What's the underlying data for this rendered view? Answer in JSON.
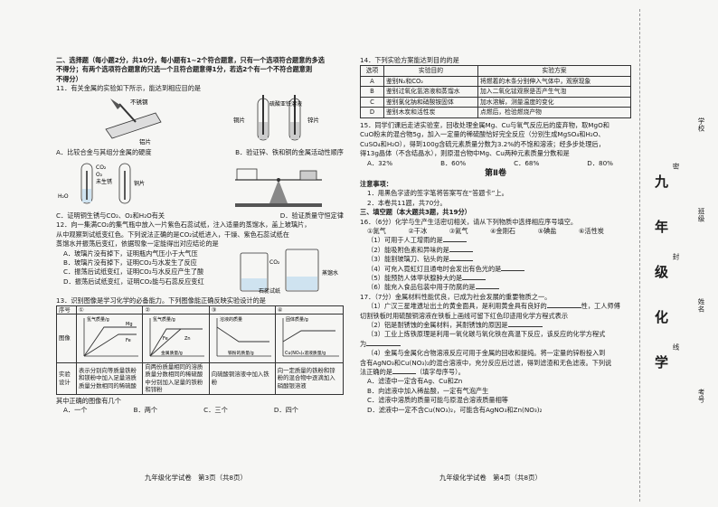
{
  "left": {
    "sec2": [
      "二、选择题（每小题2分，共10分，每小题有1~2个符合题意，只有一个选项符合题意的多选",
      "不得分；有两个选项符合题意的只选一个且符合题意得1分，若选2个有一个不符合题意则",
      "不得分）"
    ],
    "q11": {
      "stem": "11．有关金属的实验如下所示，能达到相应目的是",
      "a": "A．比较合金与其组分金属的硬度",
      "b": "B．验证锌、铁和铜的金属活动性顺序",
      "c": "C．证明铜生锈与CO₂、O₂和H₂O有关",
      "d": "D．验证质量守恒定律"
    },
    "q12": {
      "lines": [
        "12．向一集满CO₂的集气瓶中放入一片紫色石蕊试纸，注入适量的蒸馏水，盖上玻璃片，",
        "从中观察到试纸变红色。下列说法正确的是CO₂试纸进入，干燥、紫色石蕊试纸在",
        "蒸馏水并振荡后变红，依据现象一定能得出对应结论的是"
      ],
      "a": "A．玻璃片没有掉下，证明瓶内气压小于大气压",
      "b": "B．玻璃片没有掉下，证明CO₂与水发生了反应",
      "c": "C．振荡后试纸变红，证明CO₂与水反应产生了酸",
      "d": "D．振荡后试纸变红，证明CO₂能与石蕊反应变红"
    },
    "q13": {
      "stem": "13．识别图像是学习化学的必备能力。下列图像能正确反映实验设计的是",
      "tail": "其中正确的图像有几个",
      "opts": [
        "A．一个",
        "B．两个",
        "C．三个",
        "D．四个"
      ]
    },
    "table13": {
      "h": [
        "序号",
        "①",
        "②",
        "③",
        "④"
      ],
      "r1": "图像",
      "r2": "实验设计",
      "cells": [
        "表示分别向等质量铁粉和镁粉中加入足量溶质质量分数相同的稀硫酸",
        "向两份质量相同的溶质质量分数相同的稀硫酸中分别加入足量的铁粉和锌粉",
        "向硫酸铜溶液中加入铁粉",
        "向一定质量的铁粉和锌粉的混合物中逐滴加入硝酸银溶液"
      ]
    },
    "footer": "九年级化学试卷　第3页（共8页）"
  },
  "right": {
    "q14": {
      "stem": "14．下列实验方案能达到目的的是",
      "h": [
        "选项",
        "实验目的",
        "实验方案"
      ],
      "rows": [
        [
          "A",
          "鉴别N₂和CO₂",
          "将燃着的木条分别伸入气体中，观察现象"
        ],
        [
          "B",
          "鉴别过氧化氢溶液和蒸馏水",
          "加入二氧化锰观察是否产生气泡"
        ],
        [
          "C",
          "鉴别氯化钠和硝酸铵固体",
          "加水溶解，测量温度的变化"
        ],
        [
          "D",
          "鉴别木炭和活性炭",
          "点燃后，检验燃烧产物"
        ]
      ]
    },
    "q15": {
      "lines": [
        "15．同学们课后走进实验室，回收处理金属Mg、Cu与氧气反应后的废弃物，取MgO和",
        "CuO粉末的混合物5g，加入一定量的稀硫酸恰好完全反应（分别生成MgSO₄和H₂O、",
        "CuSO₄和H₂O），得到100g含硫元素质量分数为3.2%的不饱和溶液；经多步处理后，",
        "得13g晶体（不含结晶水），则原混合物中Mg、Cu两种元素质量分数和是"
      ],
      "opts": [
        "A．32%",
        "B．60%",
        "C．68%",
        "D．80%"
      ]
    },
    "part2": "第Ⅱ卷",
    "notes": [
      "注意事项：",
      "1．用黑色字迹的签字笔将答案写在“答题卡”上。",
      "2．本卷共11题，共70分。"
    ],
    "sec3": "三、填空题（本大题共3题，共19分）",
    "q16": {
      "stem": "16．（6分）化学与生产生活密切相关，请从下列物质中选择相应序号填空。",
      "choices": [
        "①氮气",
        "②干冰",
        "③氦气",
        "④金刚石",
        "⑤碘盐",
        "⑥活性炭"
      ],
      "items": [
        "（1）可用于人工增雨的是",
        "（2）能吸附色素和异味的是",
        "（3）能割玻璃刀、钻头的是",
        "（4）可充入霓虹灯且通电时会发出有色光的是",
        "（5）能预防人体甲状腺肿大的是",
        "（6）能充入食品包装中用于防腐的是"
      ]
    },
    "q17": {
      "stem": "17．（7分）金属材料性能优良，已成为社会发展的重要物质之一。",
      "items": [
        "（1）广汉三星堆遗址出土的黄金面具，是利用黄金具有良好的",
        "性，工人师傅",
        "切割铁板时用硫酸铜溶液在铁板上画线可留下红色印迹用化学方程式表示",
        "（2）铝是耐锈蚀的金属材料，其耐锈蚀的原因是",
        "（3）工业上炼铁原理是利用一氧化碳与氧化铁在高温下反应，该反应的化学方程式",
        "为",
        "（4）金属与金属化合物溶液反应可用于金属的回收和提纯。将一定量的锌粉投入到",
        "含有AgNO₃和Cu(NO₃)₂的混合溶液中，充分反应后过滤，得到滤渣和无色滤液。下列说",
        "法正确的是",
        "（填字母序号）。"
      ],
      "opts": [
        "A．滤渣中一定含有Ag、Cu和Zn",
        "B．向滤液中加入稀盐酸，一定有气泡产生",
        "C．滤液中溶质的质量可能与原混合溶液质量相等",
        "D．滤液中一定不含Cu(NO₃)₂，可能含有AgNO₃和Zn(NO₃)₂"
      ]
    },
    "footer": "九年级化学试卷　第4页（共8页）"
  },
  "side": {
    "school": "学校",
    "cls": "班级",
    "name": "姓名",
    "num": "考号",
    "big": [
      "九",
      "年",
      "级",
      "化",
      "学"
    ],
    "dots": [
      "密",
      "封",
      "线"
    ]
  },
  "figs": {
    "f1": {
      "knife": "不锈钢",
      "label": "铝片"
    },
    "f2": {
      "left": "铜片",
      "mid": "硫酸亚铁溶液",
      "right": "锌片"
    },
    "f3": {
      "co2": "CO₂",
      "o2": "O₂",
      "h2o": "H₂O",
      "cu": "铜片",
      "tube": "未生锈",
      "cuL": "铜片"
    },
    "f5": {
      "co2": "CO₂",
      "paper": "石蕊试纸",
      "water": "蒸馏水"
    },
    "g1": {
      "y": "氢气质量/g",
      "s1": "Mg",
      "s2": "Fe",
      "x": "稀硫酸质量/g"
    },
    "g2": {
      "y": "氢气质量/g",
      "s1": "Zn",
      "s2": "Fe",
      "x": "金属质量/g"
    },
    "g3": {
      "y": "溶液的质量",
      "x": "铁粉的质量/g"
    },
    "g4": {
      "y": "固体质量/g",
      "x": "Cu(NO₃)₂溶液质量/g"
    }
  }
}
